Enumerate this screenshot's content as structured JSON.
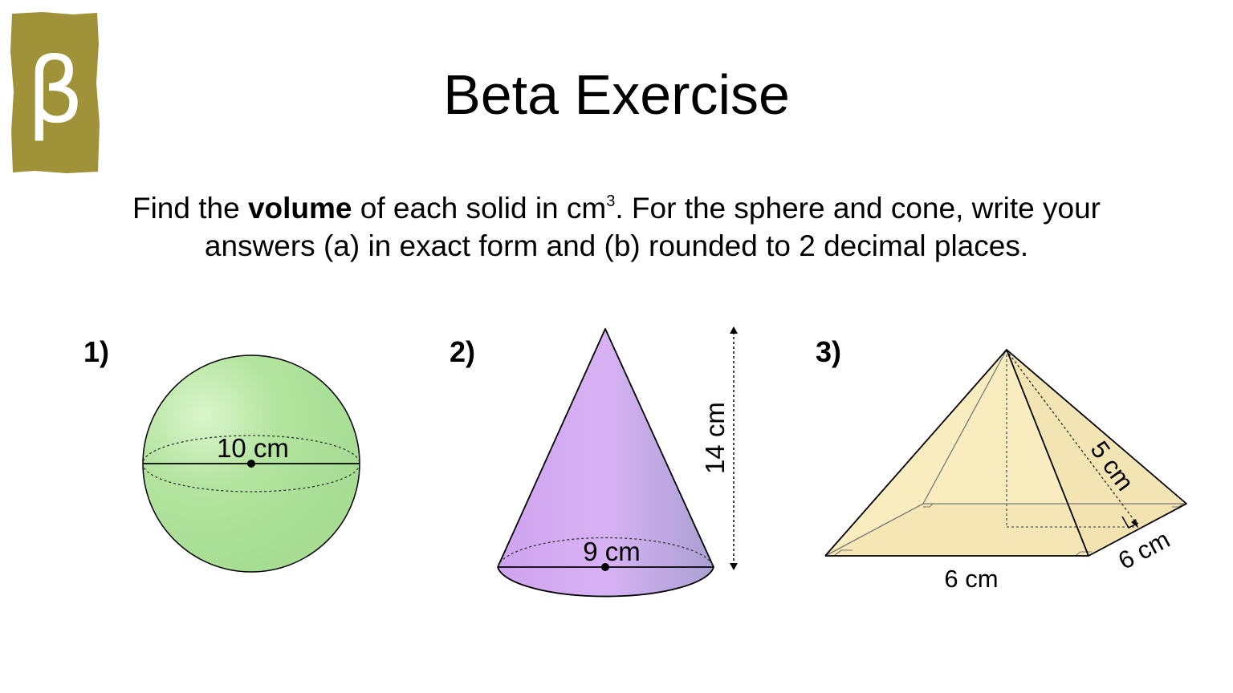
{
  "badge": {
    "glyph": "β",
    "color": "#a09238"
  },
  "title": "Beta Exercise",
  "instructions": {
    "part1": "Find the ",
    "bold": "volume",
    "part2": " of each solid in cm",
    "superscript": "3",
    "part3": ". For the sphere and cone, write your",
    "line2": "answers (a) in exact form and (b) rounded to 2 decimal places."
  },
  "questions": [
    {
      "number": "1)",
      "shape": "sphere",
      "color": "#a6dd93",
      "labels": {
        "diameter": "10 cm"
      }
    },
    {
      "number": "2)",
      "shape": "cone",
      "color": "#d4b0f2",
      "labels": {
        "diameter": "9 cm",
        "height": "14 cm"
      }
    },
    {
      "number": "3)",
      "shape": "square-based pyramid",
      "color": "#f9ecbf",
      "labels": {
        "slant": "5 cm",
        "base_width": "6 cm",
        "base_depth": "6 cm"
      }
    }
  ]
}
